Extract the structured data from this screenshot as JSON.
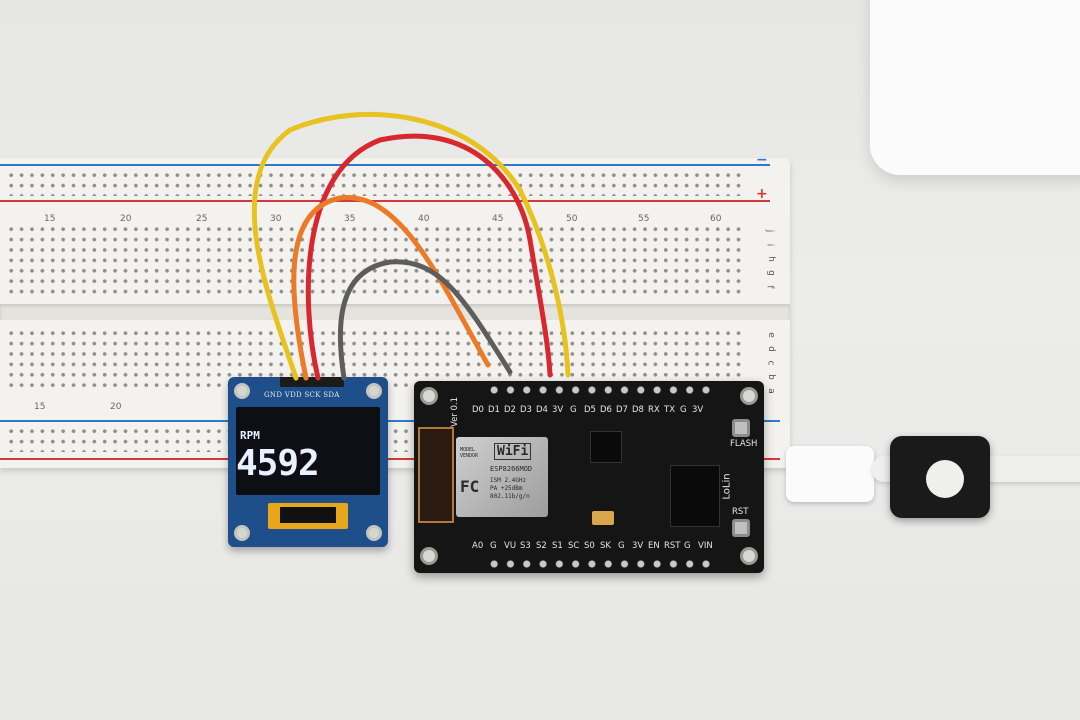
{
  "oled": {
    "screen_label": "RPM",
    "screen_value": "4592",
    "pin_labels": "GND VDD SCK SDA"
  },
  "breadboard": {
    "column_numbers_top": [
      "15",
      "20",
      "25",
      "30",
      "35",
      "40",
      "45",
      "50",
      "55",
      "60"
    ],
    "column_numbers_bottom": [
      "15",
      "20"
    ],
    "row_letters_top": [
      "f",
      "g",
      "h",
      "i",
      "j"
    ],
    "row_letters_bottom": [
      "a",
      "b",
      "c",
      "d",
      "e"
    ],
    "rail_minus": "−",
    "rail_plus": "+"
  },
  "nodemcu": {
    "version": "Ver 0.1",
    "top_pins": [
      "D0",
      "D1",
      "D2",
      "D3",
      "D4",
      "3V",
      "G",
      "D5",
      "D6",
      "D7",
      "D8",
      "RX",
      "TX",
      "G",
      "3V"
    ],
    "bottom_pins": [
      "A0",
      "G",
      "VU",
      "S3",
      "S2",
      "S1",
      "SC",
      "S0",
      "SK",
      "G",
      "3V",
      "EN",
      "RST",
      "G",
      "VIN"
    ],
    "flash_label": "FLASH",
    "rst_label": "RST",
    "brand": "LoLin",
    "wifi_label": "WiFi",
    "module_name": "ESP8266MOD",
    "module_vendor": "MODEL VENDOR",
    "module_specs": [
      "ISM 2.4GHz",
      "PA +25dBm",
      "802.11b/g/n"
    ],
    "fc_mark": "FC"
  },
  "colors": {
    "wire_yellow": "#e8c21e",
    "wire_red": "#d8272f",
    "wire_orange": "#ec7a26",
    "wire_gray": "#5d5d5d",
    "rail_blue": "#2a7ad0",
    "rail_red": "#d23a3a",
    "oled_pcb": "#1f4f8a",
    "oled_text": "#e9f0ff"
  }
}
